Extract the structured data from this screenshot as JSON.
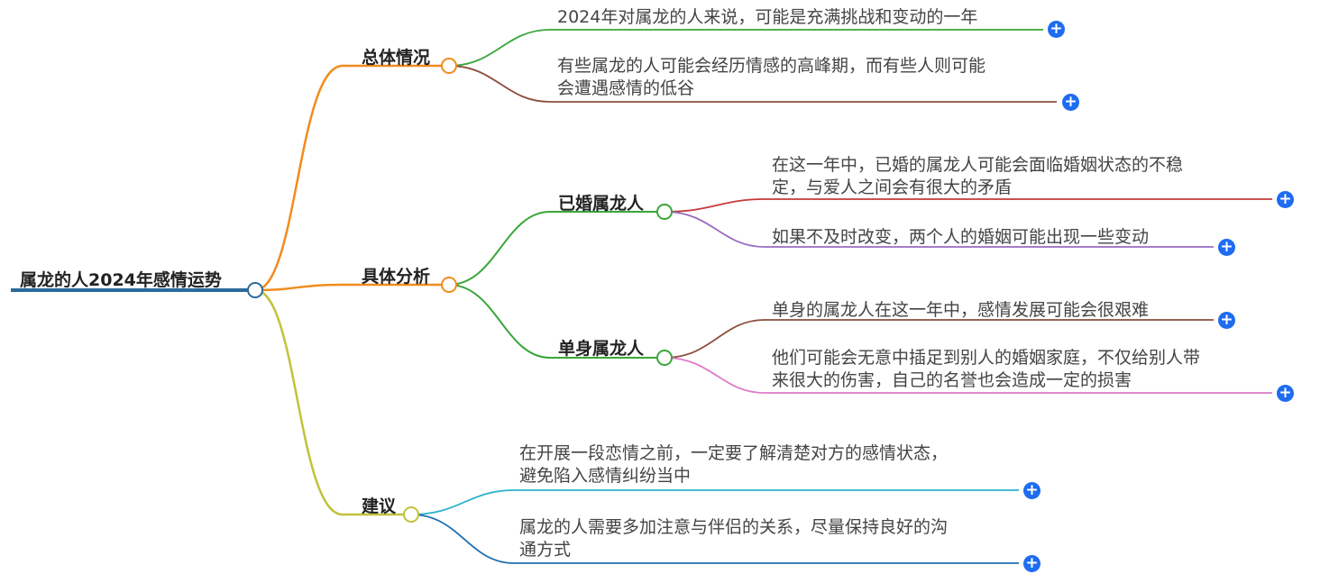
{
  "root": {
    "label": "属龙的人2024年感情运势"
  },
  "branches": [
    {
      "id": "overall",
      "label": "总体情况",
      "color": "#f08c1e",
      "leaves": [
        {
          "text": "2024年对属龙的人来说，可能是充满挑战和变动的一年",
          "color": "#3aa63a"
        },
        {
          "text": "有些属龙的人可能会经历情感的高峰期，而有些人则可能\n会遭遇感情的低谷",
          "color": "#8b4e3c"
        }
      ]
    },
    {
      "id": "analysis",
      "label": "具体分析",
      "color": "#f08c1e",
      "groups": [
        {
          "id": "married",
          "label": "已婚属龙人",
          "color": "#3aa63a",
          "leaves": [
            {
              "text": "在这一年中，已婚的属龙人可能会面临婚姻状态的不稳\n定，与爱人之间会有很大的矛盾",
              "color": "#c43a3a"
            },
            {
              "text": "如果不及时改变，两个人的婚姻可能出现一些变动",
              "color": "#9b6bbf"
            }
          ]
        },
        {
          "id": "single",
          "label": "单身属龙人",
          "color": "#3aa63a",
          "leaves": [
            {
              "text": "单身的属龙人在这一年中，感情发展可能会很艰难",
              "color": "#8b4e3c"
            },
            {
              "text": "他们可能会无意中插足到别人的婚姻家庭，不仅给别人带\n来很大的伤害，自己的名誉也会造成一定的损害",
              "color": "#e07ac8"
            }
          ]
        }
      ]
    },
    {
      "id": "advice",
      "label": "建议",
      "color": "#c2c23a",
      "leaves": [
        {
          "text": "在开展一段恋情之前，一定要了解清楚对方的感情状态，\n避免陷入感情纠纷当中",
          "color": "#2bb3cc"
        },
        {
          "text": "属龙的人需要多加注意与伴侣的关系，尽量保持良好的沟\n通方式",
          "color": "#1e6fb0"
        }
      ]
    }
  ],
  "colors": {
    "root_line": "#2b6a99",
    "expand_button": "#1e6cf0"
  },
  "icons": {
    "expand": "plus-circle-icon",
    "expand_glyph": "+"
  }
}
